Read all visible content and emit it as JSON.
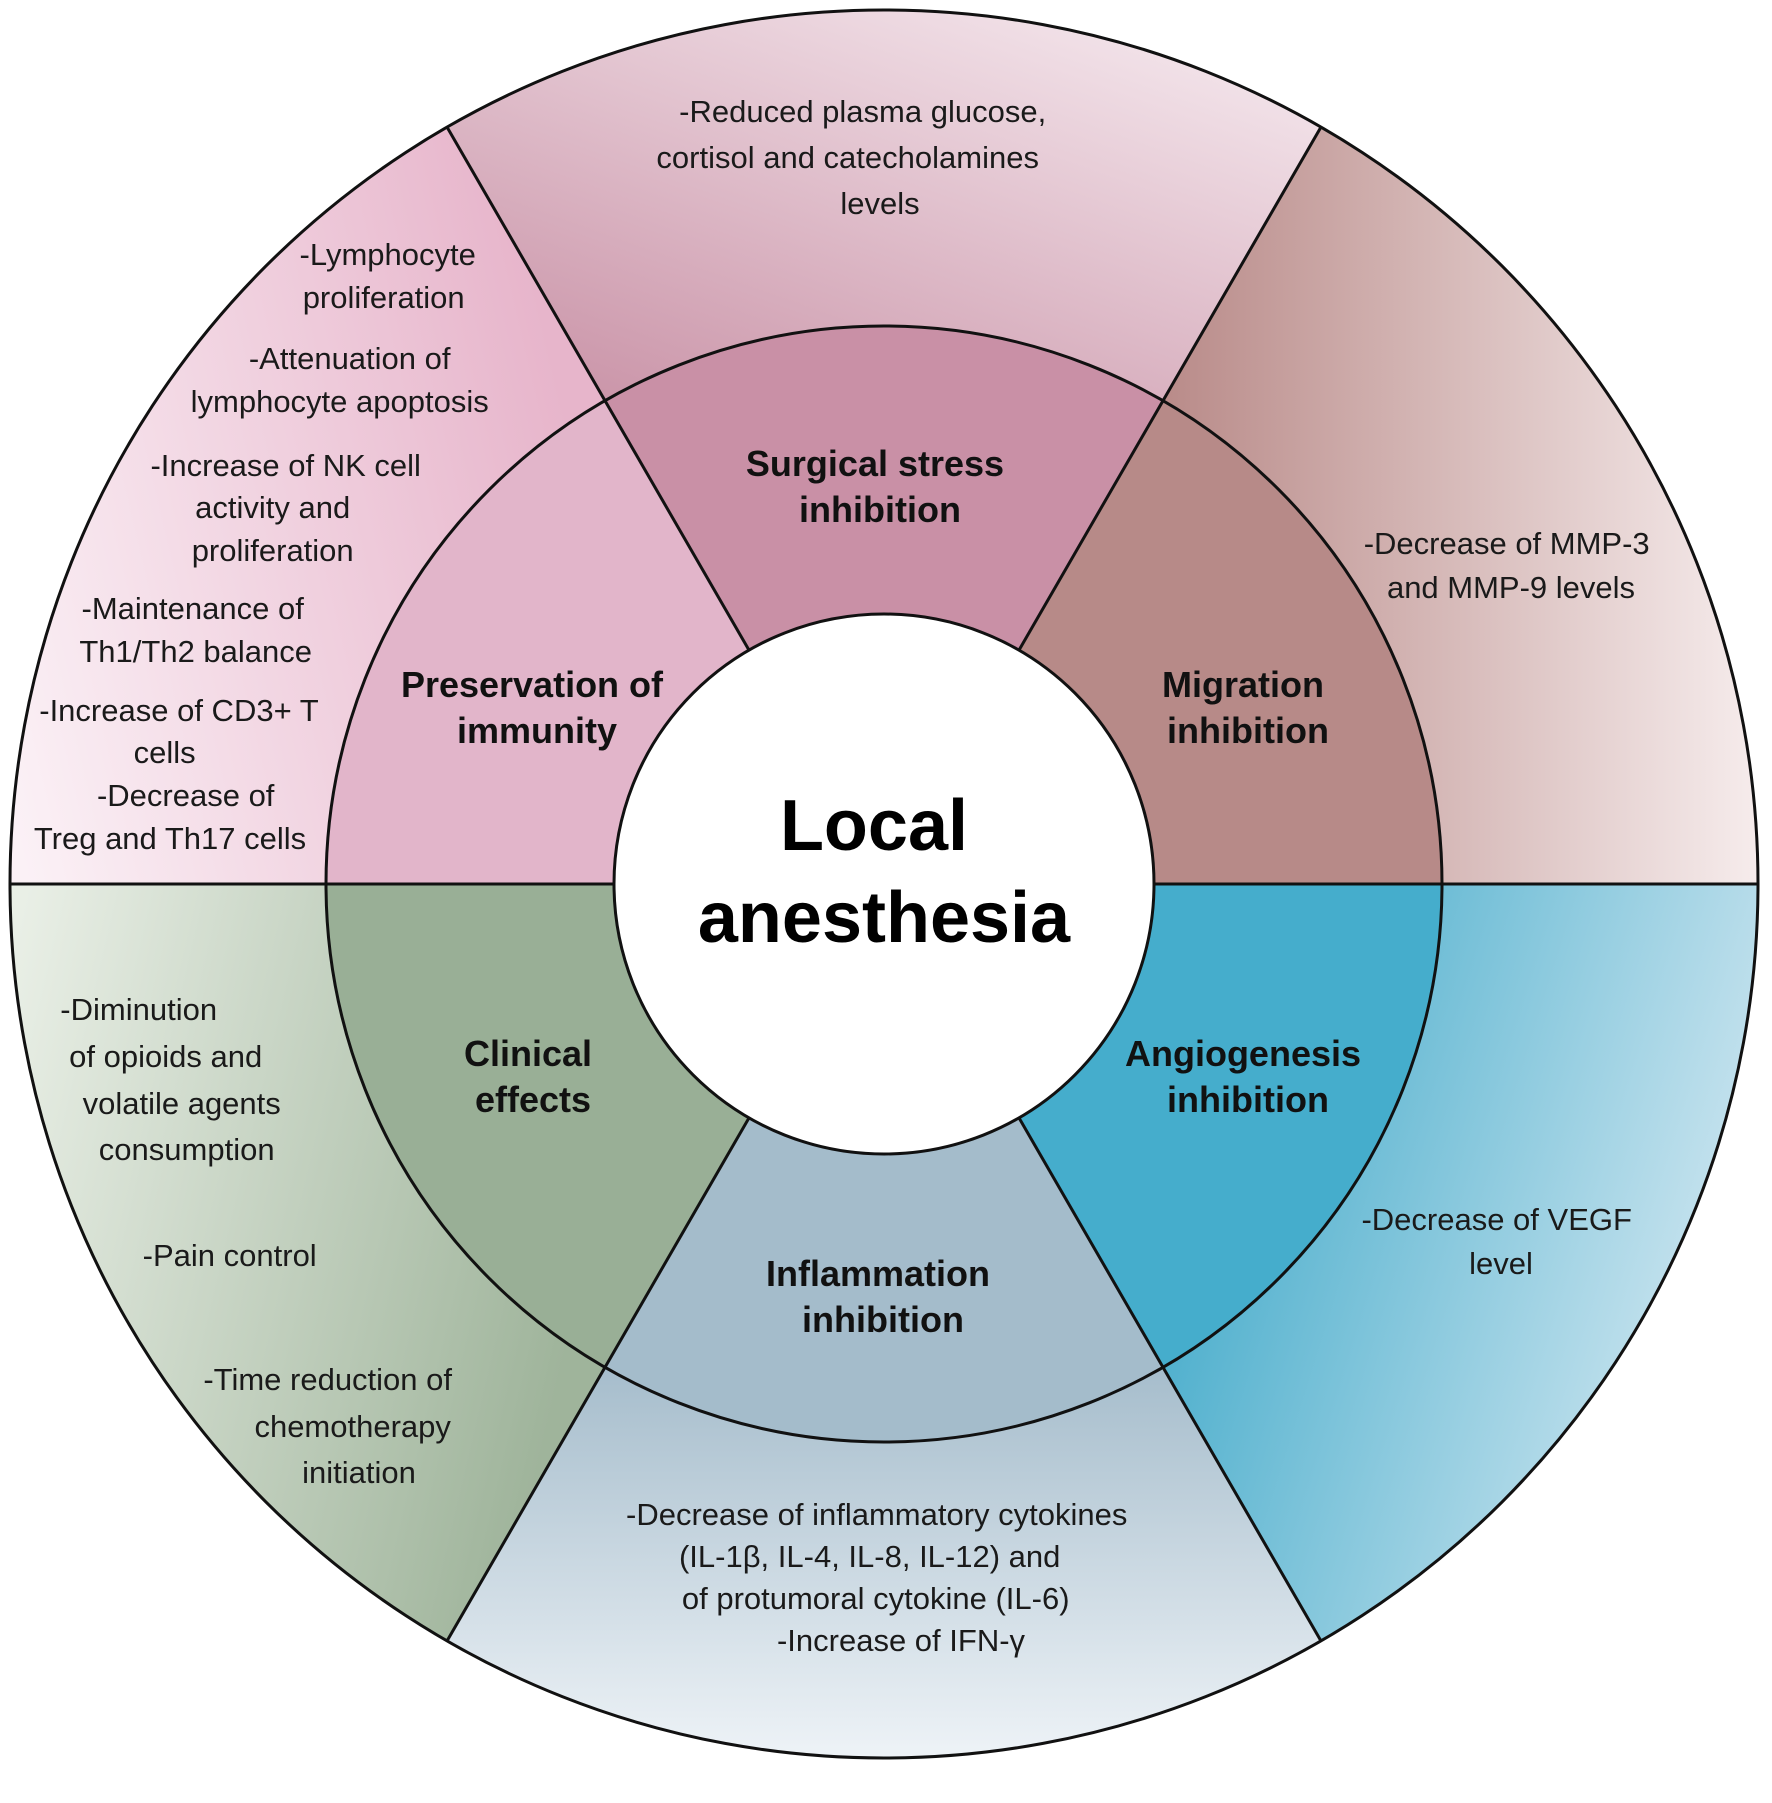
{
  "center": {
    "lines": [
      "Local",
      "anesthesia"
    ]
  },
  "segments": [
    {
      "id": "surgical-stress",
      "color_inner": "#c990a6",
      "color_outer_from": "#c78ea3",
      "color_outer_to": "#f4e6ec",
      "title": [
        "Surgical stress",
        "inhibition"
      ],
      "outer_lines": [
        "-Reduced plasma glucose,",
        "cortisol and catecholamines",
        "levels"
      ]
    },
    {
      "id": "migration",
      "color_inner": "#b78a88",
      "color_outer_from": "#b98b89",
      "color_outer_to": "#f6ecec",
      "title": [
        "Migration",
        "inhibition"
      ],
      "outer_lines": [
        "-Decrease of MMP-3",
        "and MMP-9 levels"
      ]
    },
    {
      "id": "angiogenesis",
      "color_inner": "#45adcc",
      "color_outer_from": "#3fa9c9",
      "color_outer_to": "#dcecf4",
      "title": [
        "Angiogenesis",
        "inhibition"
      ],
      "outer_lines": [
        "-Decrease of VEGF",
        "level"
      ]
    },
    {
      "id": "inflammation",
      "color_inner": "#a4bccb",
      "color_outer_from": "#a6bdcc",
      "color_outer_to": "#eef3f7",
      "title": [
        "Inflammation",
        "inhibition"
      ],
      "outer_lines": [
        "-Decrease of inflammatory cytokines",
        "(IL-1β, IL-4, IL-8, IL-12) and",
        "of protumoral cytokine (IL-6)",
        "-Increase of IFN-γ"
      ]
    },
    {
      "id": "clinical",
      "color_inner": "#99af96",
      "color_outer_from": "#9fb49b",
      "color_outer_to": "#e9efe6",
      "title": [
        "Clinical",
        "effects"
      ],
      "outer_lines": [
        "-Diminution",
        "of opioids and",
        "volatile agents",
        "consumption",
        "-Pain control",
        "-Time reduction of",
        "chemotherapy",
        "initiation"
      ]
    },
    {
      "id": "immunity",
      "color_inner": "#e2b5ca",
      "color_outer_from": "#e7b5cb",
      "color_outer_to": "#fbf1f6",
      "title": [
        "Preservation of",
        "immunity"
      ],
      "outer_lines": [
        "-Lymphocyte",
        "proliferation",
        "-Attenuation of",
        "lymphocyte apoptosis",
        "-Increase of NK cell",
        "activity and",
        "proliferation",
        "-Maintenance of",
        "Th1/Th2 balance",
        "-Increase of CD3+ T",
        "cells",
        "-Decrease of",
        "Treg and Th17 cells"
      ]
    }
  ]
}
